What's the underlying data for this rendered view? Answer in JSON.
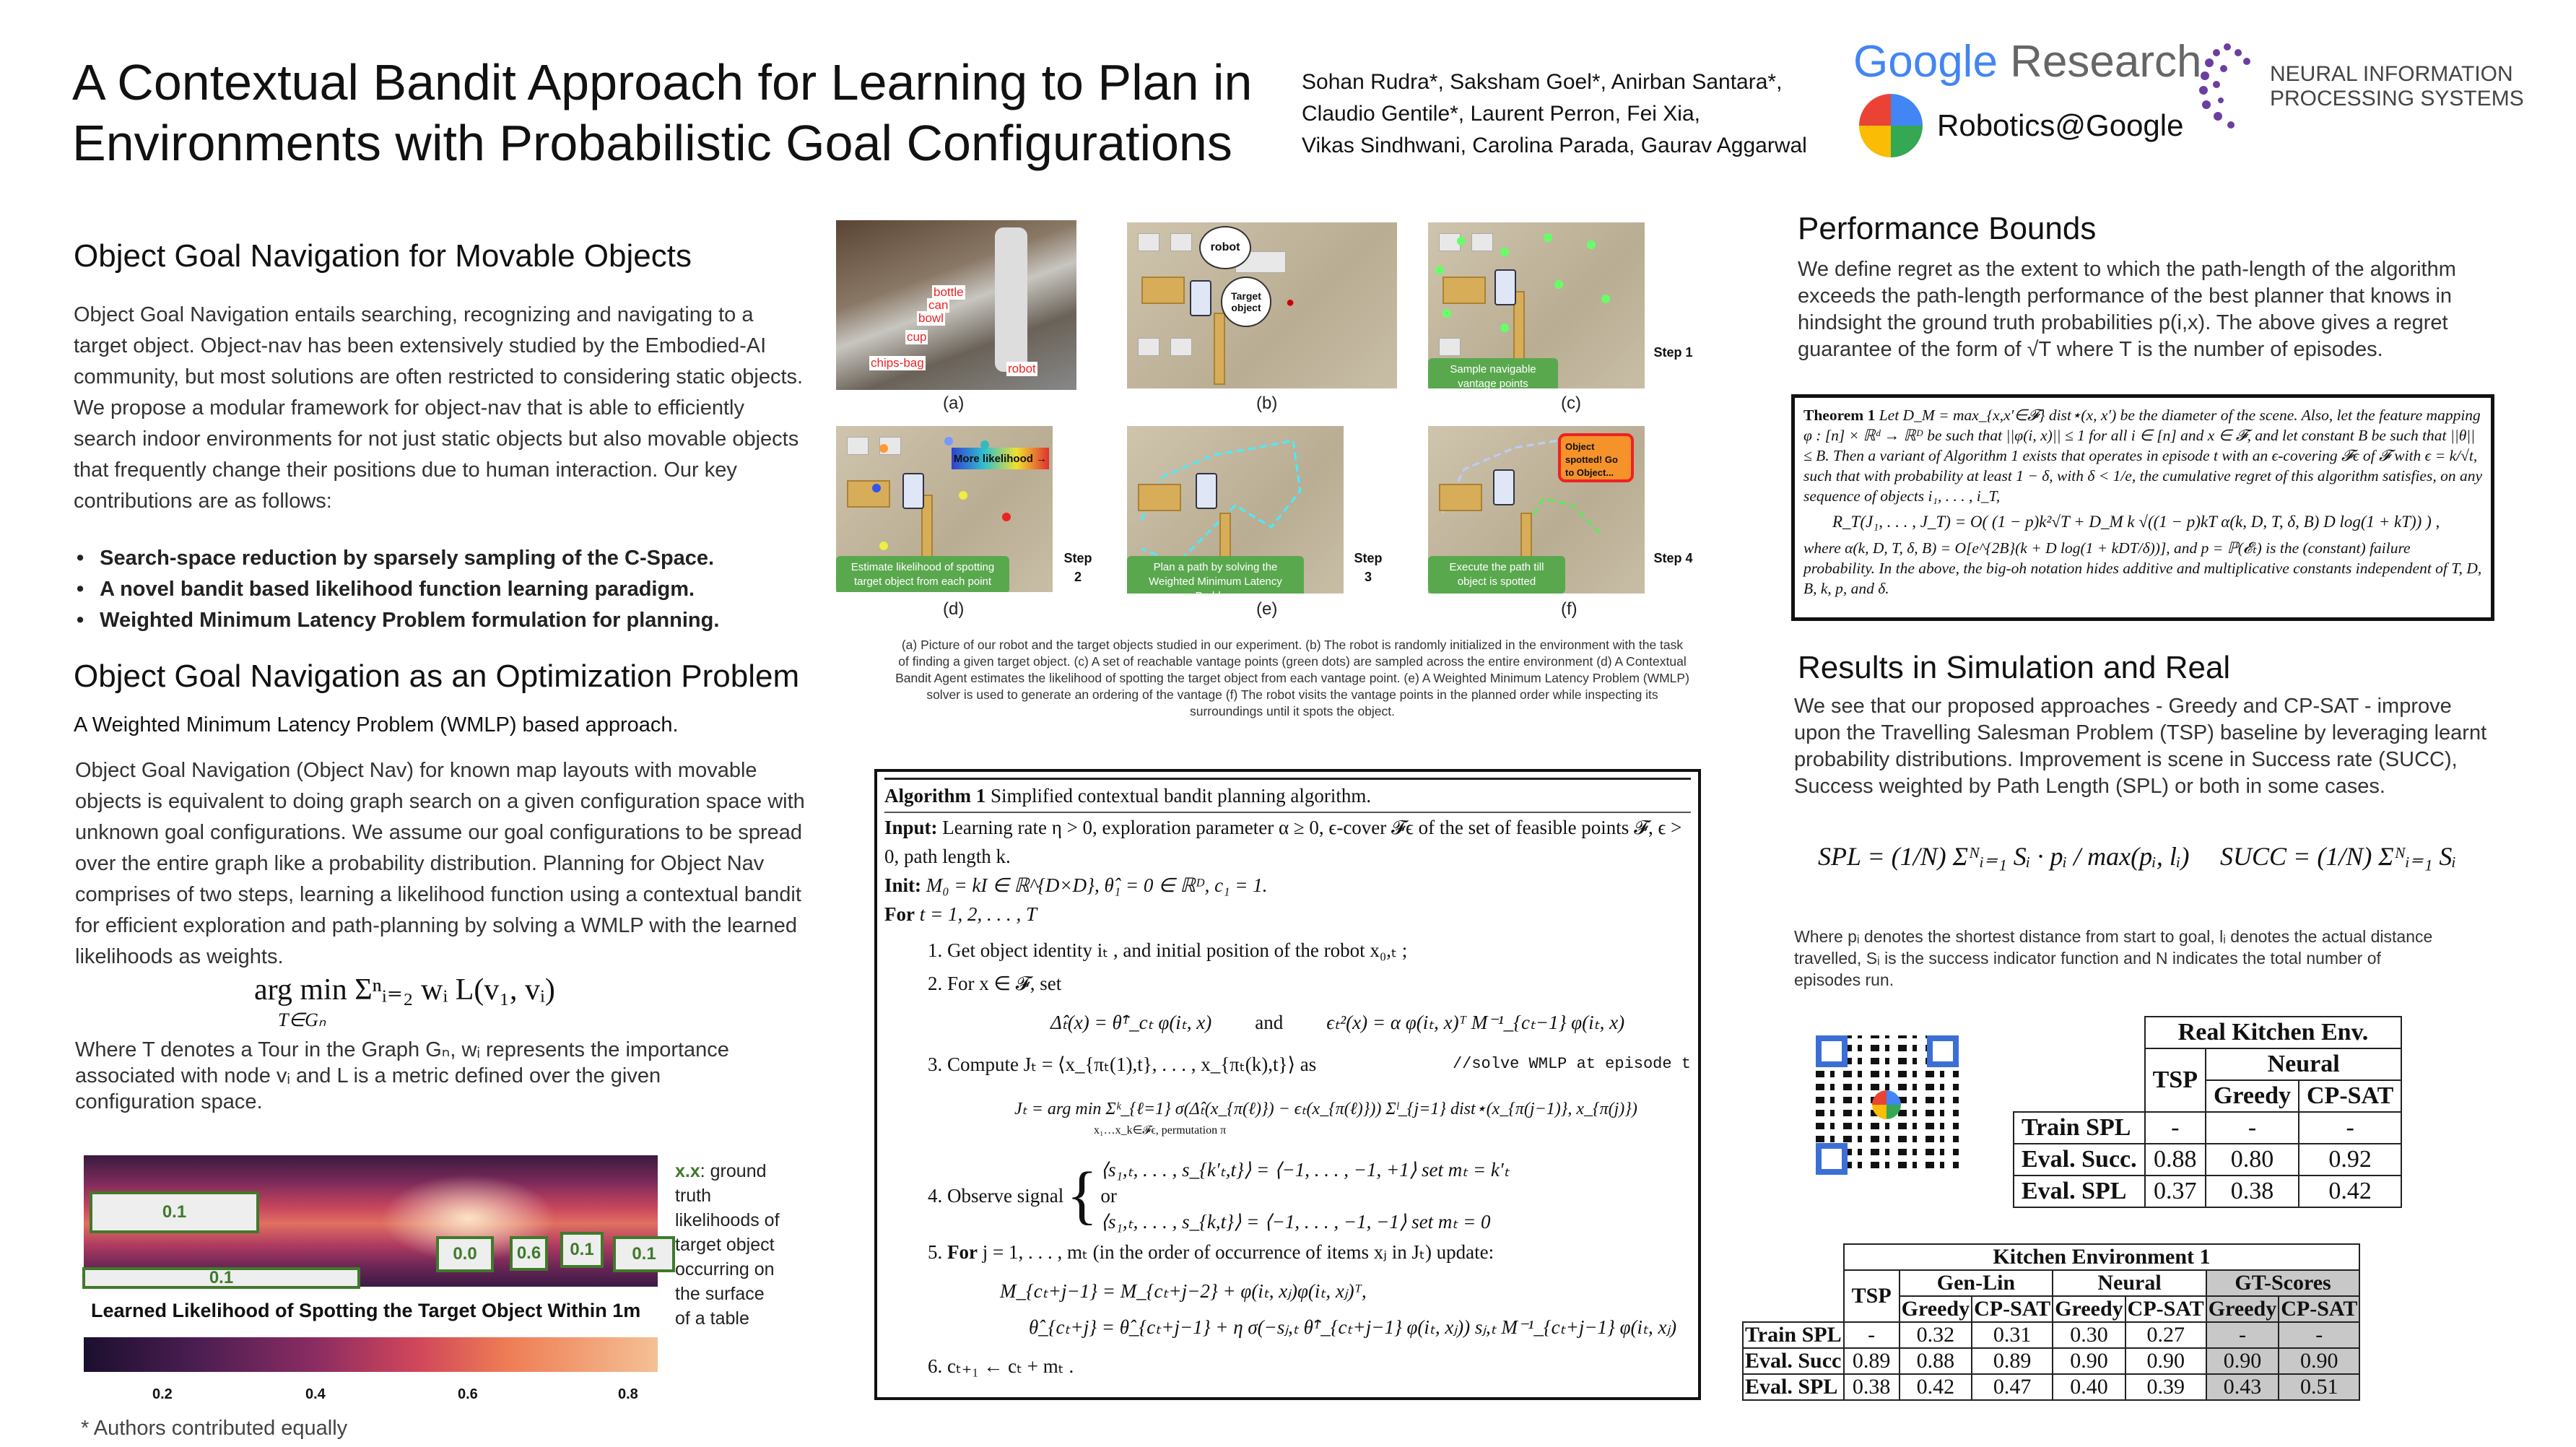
{
  "header": {
    "title_line1": "A Contextual Bandit Approach for Learning to Plan in",
    "title_line2": "Environments with Probabilistic Goal Configurations",
    "authors": [
      "Sohan Rudra*, Saksham Goel*, Anirban Santara*,",
      "Claudio Gentile*, Laurent Perron, Fei Xia,",
      "Vikas Sindhwani, Carolina Parada, Gaurav Aggarwal"
    ],
    "logo_google": "Google",
    "logo_research": "Research",
    "logo_robotics": "Robotics@Google",
    "logo_neurips": [
      "NEURAL INFORMATION",
      "PROCESSING SYSTEMS"
    ]
  },
  "left": {
    "section1_title": "Object Goal Navigation for Movable Objects",
    "section1_text": "Object Goal Navigation entails searching, recognizing and navigating to a target object. Object-nav has been extensively studied by the Embodied-AI community, but most solutions are often restricted to considering static objects. We propose a modular framework for object-nav that is able to efficiently search indoor environments for not just static objects but also movable objects that frequently change their positions due to human interaction. Our key contributions are as follows:",
    "bullets": [
      "Search-space reduction by sparsely sampling of the C-Space.",
      "A novel bandit based likelihood function learning paradigm.",
      "Weighted Minimum Latency Problem formulation for planning."
    ],
    "section2_title": "Object Goal Navigation as an Optimization Problem",
    "section2_subtitle": "A Weighted Minimum Latency Problem (WMLP) based approach.",
    "section2_text": "Object Goal Navigation (Object Nav) for known map layouts with movable objects is equivalent to doing graph search on a given configuration space with unknown goal configurations. We assume our goal configurations to be spread over the entire graph like a probability distribution. Planning for Object Nav comprises of two steps, learning a likelihood function using a contextual bandit for efficient exploration and path-planning by solving a WMLP with the learned likelihoods as weights.",
    "formula": "arg min Σⁿᵢ₌₂ wᵢ L(v₁, vᵢ)",
    "formula_sub": "T∈Gₙ",
    "where_text": "Where T denotes a Tour in the Graph Gₙ, wᵢ represents the importance associated with node vᵢ and L is a metric defined over the given configuration space.",
    "heatmap": {
      "box_values": [
        "0.1",
        "0.1",
        "0.0",
        "0.6",
        "0.1",
        "0.1"
      ],
      "caption": "Learned Likelihood of Spotting the Target Object Within 1m",
      "colorbar_ticks": [
        "0.2",
        "0.4",
        "0.6",
        "0.8"
      ],
      "legend_key": "x.x",
      "legend_text": ": ground truth likelihoods of target object occurring on the surface of a table"
    },
    "footnote": "* Authors contributed equally"
  },
  "figure": {
    "panel_labels": [
      "(a)",
      "(b)",
      "(c)",
      "(d)",
      "(e)",
      "(f)"
    ],
    "photo_labels": [
      "bottle",
      "can",
      "bowl",
      "cup",
      "chips-bag",
      "robot"
    ],
    "bubble_robot": "robot",
    "bubble_target": "Target object",
    "steps": [
      "Step 1",
      "Step 2",
      "Step 3",
      "Step 4"
    ],
    "step_captions": [
      "Sample navigable vantage points",
      "Estimate likelihood of spotting target object from each point",
      "Plan a path by solving the Weighted Minimum Latency Problem",
      "Execute the path till object is spotted"
    ],
    "likelihood_banner": "More likelihood →",
    "spotted_bubble": "Object spotted! Go to Object...",
    "caption": "(a) Picture of our robot and the target objects studied in our experiment.  (b) The robot is randomly initialized in the environment with the task of finding a given target object. (c) A set of reachable vantage points (green dots) are sampled across the entire environment (d) A Contextual Bandit Agent estimates the likelihood of spotting the target object from each vantage point. (e) A Weighted Minimum Latency Problem (WMLP) solver is used to generate an ordering of the vantage (f) The robot visits the vantage points in the planned order while inspecting its surroundings until it spots the object."
  },
  "algorithm": {
    "title_bold": "Algorithm 1",
    "title": "Simplified contextual bandit planning algorithm.",
    "input_bold": "Input:",
    "input": "Learning rate η > 0, exploration parameter α ≥ 0, ϵ-cover 𝓕ϵ of the set of feasible points 𝓕, ϵ > 0, path length k.",
    "init_bold": "Init:",
    "init": "M₀ = kI ∈ ℝ^{D×D}, θ̂₁ = 0 ∈ ℝᴰ, c₁ = 1.",
    "for_bold": "For",
    "for": "t = 1, 2, . . . , T",
    "step1": "1.  Get object identity iₜ , and initial position of the robot x₀,ₜ ;",
    "step2": "2.  For x ∈ 𝓕, set",
    "eq2a": "Δ̂ₜ(x) = θ̂ᵀ_cₜ φ(iₜ, x)",
    "eq2and": "and",
    "eq2b": "ϵₜ²(x) = α φ(iₜ, x)ᵀ M⁻¹_{cₜ−1} φ(iₜ, x)",
    "step3": "3.  Compute Jₜ = ⟨x_{πₜ(1),t}, . . . , x_{πₜ(k),t}⟩  as",
    "step3_comment": "//solve WMLP at episode t",
    "eq3": "Jₜ = arg  min   Σᵏ_{ℓ=1} σ(Δ̂ₜ(x_{π(ℓ)}) − ϵₜ(x_{π(ℓ)})) Σˡ_{j=1} dist⋆(x_{π(j−1)}, x_{π(j)})",
    "eq3_sub": "x₁…x_k∈𝓕ϵ, permutation π",
    "step4": "4.  Observe signal",
    "sig1": "⟨s₁,ₜ, . . . , s_{k′ₜ,t}⟩ = ⟨−1, . . . , −1, +1⟩    set mₜ = k′ₜ",
    "sig_or": "or",
    "sig2": "⟨s₁,ₜ, . . . , s_{k,t}⟩ = ⟨−1, . . . , −1, −1⟩    set mₜ = 0",
    "step5_bold": "For",
    "step5": "j = 1, . . . , mₜ (in the order of occurrence of items xⱼ in Jₜ) update:",
    "step5_num": "5.",
    "eq5a": "M_{cₜ+j−1} = M_{cₜ+j−2} + φ(iₜ, xⱼ)φ(iₜ, xⱼ)ᵀ,",
    "eq5b": "θ̂_{cₜ+j} = θ̂_{cₜ+j−1} + η σ(−sⱼ,ₜ θ̂ᵀ_{cₜ+j−1} φ(iₜ, xⱼ)) sⱼ,ₜ M⁻¹_{cₜ+j−1} φ(iₜ, xⱼ)",
    "step6": "6.  cₜ₊₁ ← cₜ + mₜ ."
  },
  "right": {
    "bounds_title": "Performance Bounds",
    "bounds_text": "We define regret as the extent to which the path-length of the algorithm exceeds the path-length performance of the best planner that knows in hindsight the ground truth probabilities p(i,x). The above gives a regret guarantee of the form of √T where T is the number of episodes.",
    "theorem_bold": "Theorem 1",
    "theorem_text": "Let D_M = max_{x,x′∈𝓕} dist⋆(x, x′) be the diameter of the scene. Also, let the feature mapping φ : [n] × ℝᵈ → ℝᴰ be such that ||φ(i, x)|| ≤ 1 for all i ∈ [n] and x ∈ 𝓕, and let constant B be such that ||θ|| ≤ B. Then a variant of Algorithm 1 exists that operates in episode t with an ϵ-covering 𝓕ϵ of 𝓕 with ϵ = k/√t, such that with probability at least 1 − δ, with δ < 1/e, the cumulative regret of this algorithm satisfies, on any sequence of objects i₁, . . . , i_T,",
    "theorem_eq": "R_T(J₁, . . . , J_T) = O( (1 − p)k²√T + D_M k √((1 − p)kT α(k, D, T, δ, B) D log(1 + kT)) ) ,",
    "theorem_tail": "where α(k, D, T, δ, B) = O[e^{2B}(k + D log(1 + kDT/δ))], and p = ℙ(𝓔ₜ) is the (constant) failure probability. In the above, the big-oh notation hides additive and multiplicative constants independent of T, D, B, k, p, and δ.",
    "results_title": "Results in Simulation and Real",
    "results_text": "We see that our proposed approaches - Greedy and CP-SAT - improve upon the Travelling Salesman Problem (TSP) baseline by leveraging learnt probability distributions. Improvement is scene in Success rate (SUCC), Success weighted by Path Length (SPL) or both in some cases.",
    "spl_formula": "SPL = (1/N) Σᴺᵢ₌₁ Sᵢ · pᵢ / max(pᵢ, lᵢ)",
    "succ_formula": "SUCC = (1/N) Σᴺᵢ₌₁ Sᵢ",
    "where_text": "Where pᵢ denotes the shortest distance from start to goal, lᵢ denotes the actual distance travelled, Sᵢ is the success indicator function and N indicates the total number of episodes run."
  },
  "real_table": {
    "title": "Real Kitchen Env.",
    "tsp": "TSP",
    "neural": "Neural",
    "greedy": "Greedy",
    "cpsat": "CP-SAT",
    "rows": [
      {
        "label": "Train SPL",
        "vals": [
          "-",
          "-",
          "-"
        ]
      },
      {
        "label": "Eval. Succ.",
        "vals": [
          "0.88",
          "0.80",
          "0.92"
        ]
      },
      {
        "label": "Eval. SPL",
        "vals": [
          "0.37",
          "0.38",
          "0.42"
        ]
      }
    ]
  },
  "sim_table": {
    "title": "Kitchen Environment 1",
    "tsp": "TSP",
    "genlin": "Gen-Lin",
    "neural": "Neural",
    "gt": "GT-Scores",
    "greedy": "Greedy",
    "cpsat": "CP-SAT",
    "rows": [
      {
        "label": "Train SPL",
        "vals": [
          "-",
          "0.32",
          "0.31",
          "0.30",
          "0.27",
          "-",
          "-"
        ]
      },
      {
        "label": "Eval. Succ",
        "vals": [
          "0.89",
          "0.88",
          "0.89",
          "0.90",
          "0.90",
          "0.90",
          "0.90"
        ]
      },
      {
        "label": "Eval. SPL",
        "vals": [
          "0.38",
          "0.42",
          "0.47",
          "0.40",
          "0.39",
          "0.43",
          "0.51"
        ]
      }
    ]
  },
  "colors": {
    "accent_green": "#3f7a2b",
    "step_green": "#5aa84e"
  }
}
